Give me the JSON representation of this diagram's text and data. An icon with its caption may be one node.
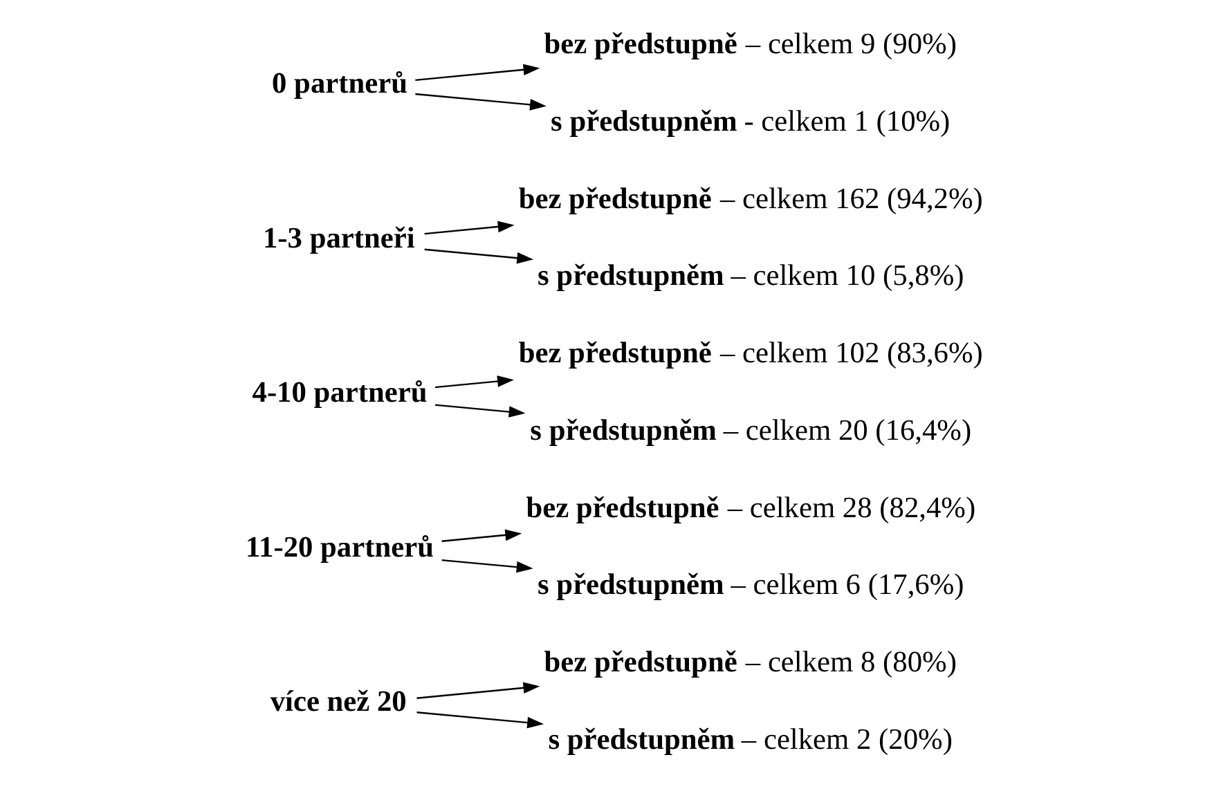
{
  "diagram": {
    "nodes": [
      {
        "text": [
          "0 partnerů"
        ]
      },
      {
        "text": [
          "**s předstupněm** - celkem 1 (10%)"
        ]
      },
      {
        "text": [
          "**bez předstupně** – celkem 9 (90%)"
        ]
      },
      {
        "text": [
          "1-3 partneři"
        ]
      },
      {
        "text": [
          "**s předstupněm** – celkem 10 (5,8%)"
        ]
      },
      {
        "text": [
          "**bez předstupně** – celkem 162 (94,2%)"
        ]
      },
      {
        "text": [
          "4-10 partnerů"
        ]
      },
      {
        "text": [
          "**s předstupněm** – celkem 20 (16,4%)"
        ]
      },
      {
        "text": [
          "**bez předstupně** – celkem 102 (83,6%)"
        ]
      },
      {
        "text": [
          "11-20 partnerů"
        ]
      },
      {
        "text": [
          "**s předstupněm** – celkem 6 (17,6%)"
        ]
      },
      {
        "text": [
          "**bez předstupně** – celkem 28 (82,4%)"
        ]
      },
      {
        "text": [
          "více než 20"
        ]
      },
      {
        "text": [
          "**s předstupněm** – celkem 2 (20%)"
        ]
      },
      {
        "text": [
          "**bez předstupně** – celkem 8 (80%)"
        ]
      }
    ],
    "edges": [
      {
        "from": 0,
        "to": 1,
        "arrow": "to"
      },
      {
        "from": 0,
        "to": 2,
        "arrow": "to"
      },
      {
        "from": 3,
        "to": 4,
        "arrow": "to"
      },
      {
        "from": 3,
        "to": 5,
        "arrow": "to"
      },
      {
        "from": 6,
        "to": 7,
        "arrow": "to"
      },
      {
        "from": 6,
        "to": 8,
        "arrow": "to"
      },
      {
        "from": 9,
        "to": 10,
        "arrow": "to"
      },
      {
        "from": 9,
        "to": 11,
        "arrow": "to"
      },
      {
        "from": 12,
        "to": 13,
        "arrow": "to"
      },
      {
        "from": 12,
        "to": 14,
        "arrow": "to"
      }
    ]
  }
}
